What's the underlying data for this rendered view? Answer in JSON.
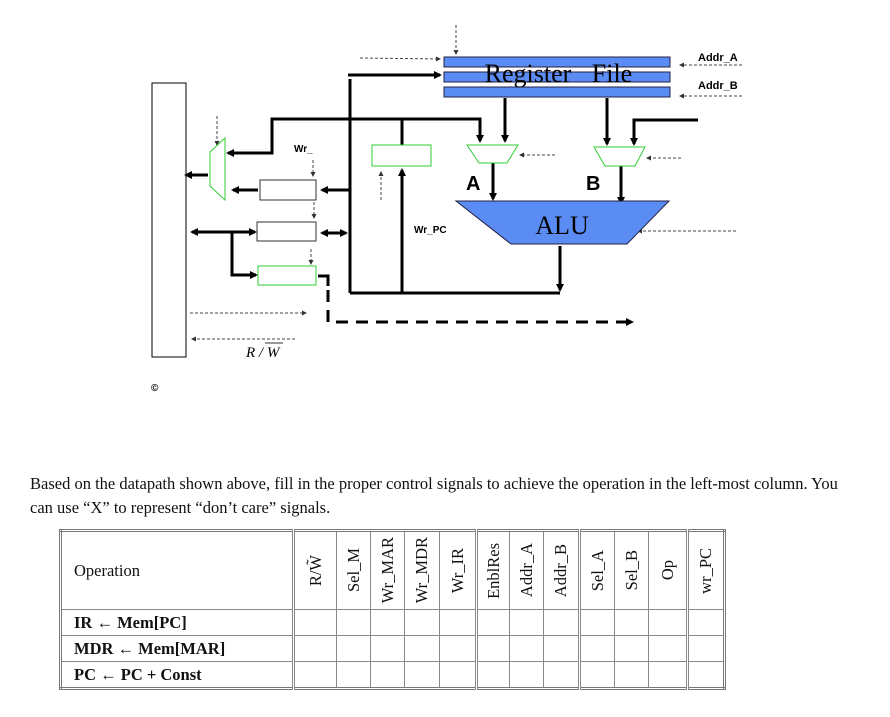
{
  "diagram": {
    "register_file_label_1": "Register",
    "register_file_label_2": "File",
    "addr_a": "Addr_A",
    "addr_b": "Addr_B",
    "wr_label": "Wr_",
    "wr_pc": "Wr_PC",
    "mux_a": "A",
    "mux_b": "B",
    "alu": "ALU",
    "rw": "R / W",
    "copyright": "©",
    "colors": {
      "blue": "#5b8cf4",
      "green": "#33cc33"
    }
  },
  "prompt": "Based on the datapath shown above, fill in the proper control signals to achieve the operation in the left-most column. You can use “X” to represent “don’t care” signals.",
  "table": {
    "headers": [
      "Operation",
      "R/W̃",
      "Sel_M",
      "Wr_MAR",
      "Wr_MDR",
      "Wr_IR",
      "EnblRes",
      "Addr_A",
      "Addr_B",
      "Sel_A",
      "Sel_B",
      "Op",
      "wr_PC"
    ],
    "rows": [
      {
        "operation": "IR ← Mem[PC]"
      },
      {
        "operation": "MDR ← Mem[MAR]"
      },
      {
        "operation": "PC ← PC + Const"
      }
    ]
  }
}
